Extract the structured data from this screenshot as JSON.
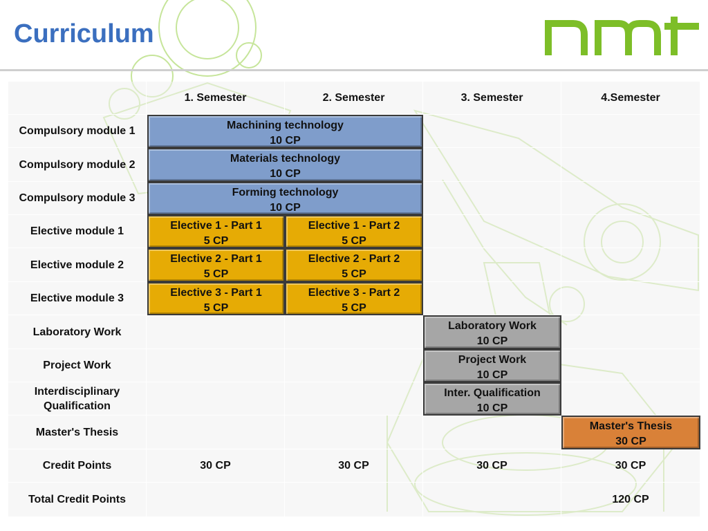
{
  "header": {
    "title": "Curriculum"
  },
  "logo": {
    "text": "nmt",
    "color": "#7dbe28"
  },
  "table": {
    "columns": [
      "1. Semester",
      "2. Semester",
      "3. Semester",
      "4.Semester"
    ],
    "rows": [
      "Compulsory module 1",
      "Compulsory module 2",
      "Compulsory module 3",
      "Elective module 1",
      "Elective module 2",
      "Elective module 3",
      "Laboratory Work",
      "Project Work",
      "Interdisciplinary Qualification",
      "Master's Thesis",
      "Credit Points",
      "Total Credit Points"
    ],
    "credit_points": [
      "30 CP",
      "30 CP",
      "30 CP",
      "30 CP"
    ],
    "total_credit_points": "120 CP"
  },
  "modules": {
    "machining": {
      "name": "Machining technology",
      "cp": "10 CP",
      "color": "#7f9dcb"
    },
    "materials": {
      "name": "Materials technology",
      "cp": "10 CP",
      "color": "#7f9dcb"
    },
    "forming": {
      "name": "Forming technology",
      "cp": "10 CP",
      "color": "#7f9dcb"
    },
    "elective1_part1": {
      "name": "Elective 1 - Part 1",
      "cp": "5 CP",
      "color": "#e6ab05"
    },
    "elective1_part2": {
      "name": "Elective 1 - Part 2",
      "cp": "5 CP",
      "color": "#e6ab05"
    },
    "elective2_part1": {
      "name": "Elective 2 - Part 1",
      "cp": "5 CP",
      "color": "#e6ab05"
    },
    "elective2_part2": {
      "name": "Elective 2 - Part 2",
      "cp": "5 CP",
      "color": "#e6ab05"
    },
    "elective3_part1": {
      "name": "Elective 3 - Part 1",
      "cp": "5 CP",
      "color": "#e6ab05"
    },
    "elective3_part2": {
      "name": "Elective 3 - Part 2",
      "cp": "5 CP",
      "color": "#e6ab05"
    },
    "laboratory": {
      "name": "Laboratory Work",
      "cp": "10 CP",
      "color": "#a6a6a6"
    },
    "project": {
      "name": "Project Work",
      "cp": "10 CP",
      "color": "#a6a6a6"
    },
    "inter": {
      "name": "Inter. Qualification",
      "cp": "10 CP",
      "color": "#a6a6a6"
    },
    "thesis": {
      "name": "Master's Thesis",
      "cp": "30 CP",
      "color": "#d98138"
    }
  }
}
